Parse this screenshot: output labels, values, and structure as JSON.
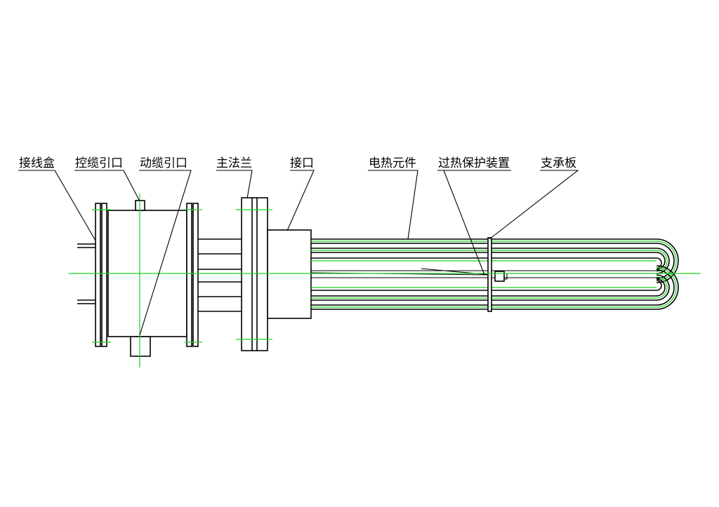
{
  "labels": [
    "接线盒",
    "控缆引口",
    "动缆引口",
    "主法兰",
    "接口",
    "电热元件",
    "过热保护装置",
    "支承板"
  ],
  "colors": {
    "line": "#000000",
    "centerline": "#19d419",
    "background": "#ffffff"
  }
}
